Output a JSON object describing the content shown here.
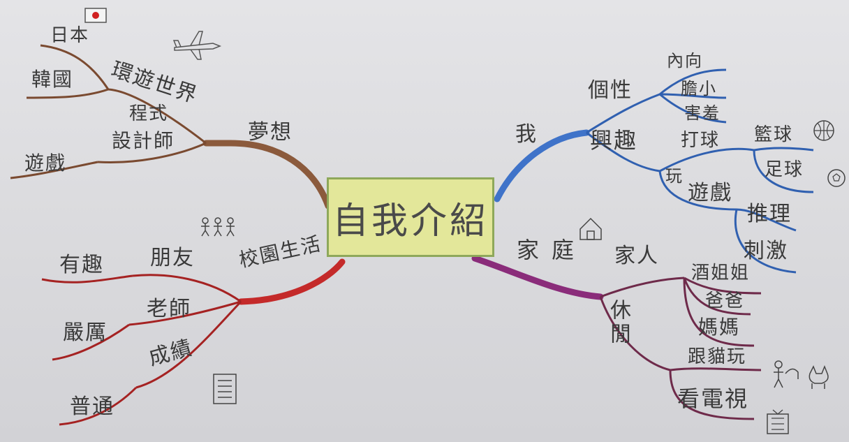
{
  "center": {
    "title": "自我介紹"
  },
  "dream": {
    "label": "夢想",
    "travel": "環遊世界",
    "travel_japan": "日本",
    "travel_korea": "韓國",
    "programmer_line1": "程式",
    "programmer_line2": "設計師",
    "programmer_game": "遊戲"
  },
  "school": {
    "label": "校園生活",
    "friends": "朋友",
    "friends_detail": "有趣",
    "teacher": "老師",
    "teacher_detail": "嚴厲",
    "grades": "成績",
    "grades_detail": "普通"
  },
  "me": {
    "label": "我",
    "personality": "個性",
    "personality_introvert": "內向",
    "personality_timid": "膽小",
    "personality_shy": "害羞",
    "interests": "興趣",
    "ball": "打球",
    "ball_basketball": "籃球",
    "ball_soccer": "足球",
    "play_line1": "玩",
    "play_line2": "遊戲",
    "game_mystery": "推理",
    "game_thrill": "刺激"
  },
  "family": {
    "label": "家庭",
    "members": "家人",
    "member_sister": "酒姐姐",
    "member_dad": "爸爸",
    "member_mom": "媽媽",
    "leisure": "休閒",
    "leisure_cat": "跟貓玩",
    "leisure_tv": "看電視"
  },
  "colors": {
    "dream_branch": "#8b5a3c",
    "school_branch": "#c42a2a",
    "me_branch": "#3f73c9",
    "family_branch": "#8a2c7a",
    "center_fill": "#e3e79a",
    "center_border": "#8ea85a",
    "ink": "#3a3a3a"
  }
}
